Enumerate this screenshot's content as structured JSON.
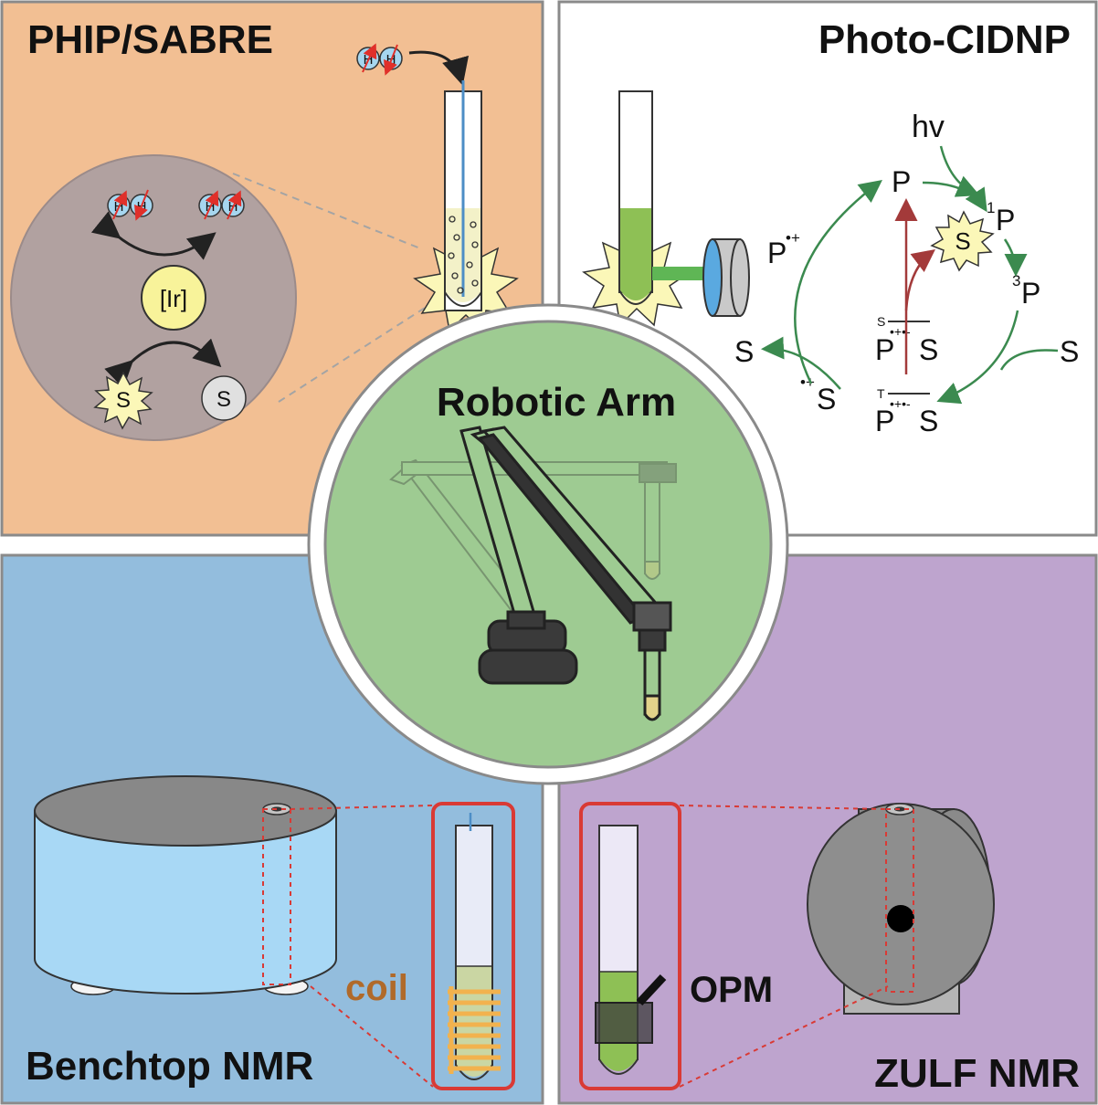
{
  "panels": {
    "phip": {
      "title": "PHIP/SABRE",
      "h2_atom": "H",
      "catalyst": "[Ir]",
      "substrate": "S",
      "bg": "#f2bf93"
    },
    "cidnp": {
      "title": "Photo-CIDNP",
      "hv": "hv",
      "p": "P",
      "p_cation": "P",
      "p_cation_sup": "•+",
      "singlet_p": "P",
      "singlet_sup": "1",
      "triplet_p": "P",
      "triplet_sup": "3",
      "s_left": "S",
      "s_right": "S",
      "s_cation": "S",
      "s_cation_sup": "•+",
      "star_s": "S",
      "rp_singlet_tag": "S",
      "rp_triplet_tag": "T",
      "rp_p": "P",
      "rp_s": "S",
      "rp_charges": "•+•-",
      "bg": "#ffffff"
    },
    "robot": {
      "title": "Robotic Arm",
      "bg": "#9ecb92"
    },
    "benchtop": {
      "title": "Benchtop NMR",
      "coil_label": "coil",
      "bg": "#93bddd"
    },
    "zulf": {
      "title": "ZULF NMR",
      "opm_label": "OPM",
      "bg": "#bea4ce"
    }
  },
  "colors": {
    "arrow_dark": "#222222",
    "arrow_green": "#3b8a4f",
    "arrow_red": "#a33a3a",
    "highlight_red": "#d93a35",
    "coil": "#f2b24e",
    "coil_text": "#b06a2a",
    "liquid_green": "#8ec055",
    "star_yellow": "#fbf7b8"
  }
}
